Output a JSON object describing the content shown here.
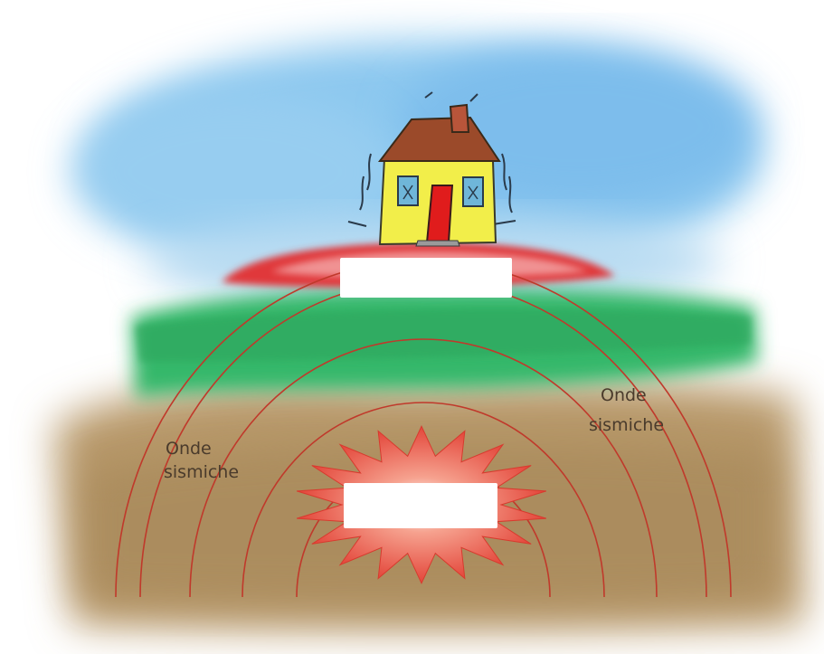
{
  "labels": {
    "left_line1": "Onde",
    "left_line2": "sismiche",
    "right_line1": "Onde",
    "right_line2": "sismiche"
  },
  "blank_boxes": {
    "epicenter_box": "",
    "hypocenter_box": ""
  },
  "colors": {
    "sky": "#8cc8ef",
    "grass": "#34b86a",
    "epicenter_red": "#e0393a",
    "soil": "#b8996a",
    "wave_lines": "#c0392b",
    "burst": "#e3463a",
    "house_wall": "#f2ee4a",
    "house_roof": "#9b4a2a",
    "house_door": "#e01c1c"
  }
}
